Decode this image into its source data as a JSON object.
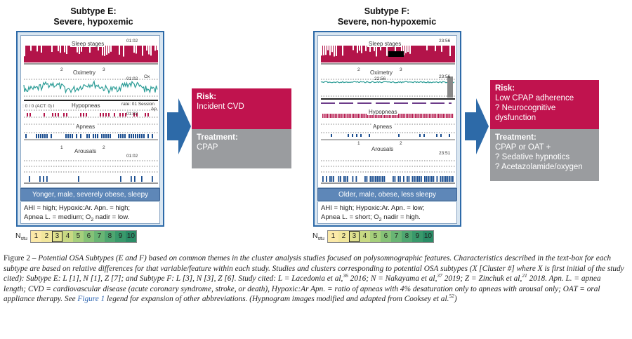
{
  "subtype_e": {
    "title_line1": "Subtype E:",
    "title_line2": "Severe, hypoxemic",
    "traces": {
      "sleep": "Sleep stages",
      "oxi": "Oximetry",
      "hyp": "Hypopneas",
      "apn": "Apneas",
      "aro": "Arousals"
    },
    "tick_labels": {
      "sleep_time": "01:02",
      "oxi_time": "01:02",
      "oxi_ox": "Ox",
      "hyp_time": "01:02",
      "aro_time": "01:02",
      "ticks_2": "2",
      "ticks_3": "3",
      "ticks_1": "1",
      "session_left": ": 0 / 0 (ACT: 0) I",
      "session_right": "rate: 01 Session",
      "session_ap": "Ap"
    },
    "description": "Yonger, male, severely obese, sleepy",
    "characteristics": {
      "line1": "AHI = high; Hypoxic:Ar. Apn. = high;",
      "line2_a": "Apnea L. = medium; O",
      "line2_sub": "2",
      "line2_b": " nadir = low."
    },
    "risk_title": "Risk:",
    "risk_items": [
      "Incident CVD"
    ],
    "treatment_title": "Treatment:",
    "treatment_items": [
      "CPAP"
    ]
  },
  "subtype_f": {
    "title_line1": "Subtype F:",
    "title_line2": "Severe, non-hypoxemic",
    "traces": {
      "sleep": "Sleep stages",
      "oxi": "Oximetry",
      "hyp": "Hypopneas",
      "apn": "Apneas",
      "aro": "Arousals"
    },
    "tick_labels": {
      "sleep_time": "23:56",
      "oxi_time": "23:56",
      "oxi_inner": "22:56",
      "aro_time": "23:51",
      "ticks_2": "2",
      "ticks_3": "3",
      "ticks_1": "1"
    },
    "description": "Older, male, obese, less sleepy",
    "characteristics": {
      "line1": "AHI = high; Hypoxic:Ar. Apn. = low;",
      "line2_a": "Apnea L. = short; O",
      "line2_sub": "2",
      "line2_b": " nadir = high."
    },
    "risk_title": "Risk:",
    "risk_items": [
      "Low CPAP adherence",
      "? Neurocognitive",
      "dysfunction"
    ],
    "treatment_title": "Treatment:",
    "treatment_items": [
      "CPAP or OAT +",
      "? Sedative hypnotics",
      "? Acetazolamide/oxygen"
    ]
  },
  "nstu": {
    "label": "N",
    "label_sub": "stu",
    "values": [
      "1",
      "2",
      "3",
      "4",
      "5",
      "6",
      "7",
      "8",
      "9",
      "10"
    ],
    "selected": "3",
    "colors": [
      "#fbe9a8",
      "#f1e69c",
      "#e0e08e",
      "#c8d983",
      "#a6cf7c",
      "#86c277",
      "#69b574",
      "#4ea670",
      "#39996b",
      "#2a8c66"
    ]
  },
  "colors": {
    "risk": "#c0134e",
    "treatment": "#9a9c9f",
    "arrow": "#2d6aa8",
    "trace_red": "#b3144a",
    "trace_teal": "#2b9c96",
    "trace_blue": "#1a4d8f",
    "trace_purple": "#6d3c8a"
  },
  "caption": {
    "fig_label": "Figure 2 – ",
    "part1": "Potential OSA Subtypes (E and F) based on common themes in the cluster analysis studies focused on polysomnographic features. Characteristics described in the text-box for each subtype are based on relative differences for that variable/feature within each study. Studies and clusters corresponding to potential OSA subtypes (X [Cluster #] where X is first initial of the study cited): Subtype E: L [1], N [1], Z [7]; and Subtype F: L [3], N [3], Z [6]. Study cited: L = Lacedonia et al,",
    "ref1": "36",
    "part2": " 2016; N = Nakayama et al,",
    "ref2": "37",
    "part3": " 2019; Z = Zinchuk et al,",
    "ref3": "21",
    "part4": " 2018. Apn. L. = apnea length; CVD = cardiovascular disease (acute coronary syndrome, stroke, or death), Hypoxic:Ar Apn. = ratio of apneas with 4% desaturation only to apneas with arousal only; OAT = oral appliance therapy. See ",
    "link": "Figure 1",
    "part5": " legend for expansion of other abbreviations. (Hypnogram images modified and adapted from Cooksey et al.",
    "ref4": "52",
    "part6": ")"
  }
}
